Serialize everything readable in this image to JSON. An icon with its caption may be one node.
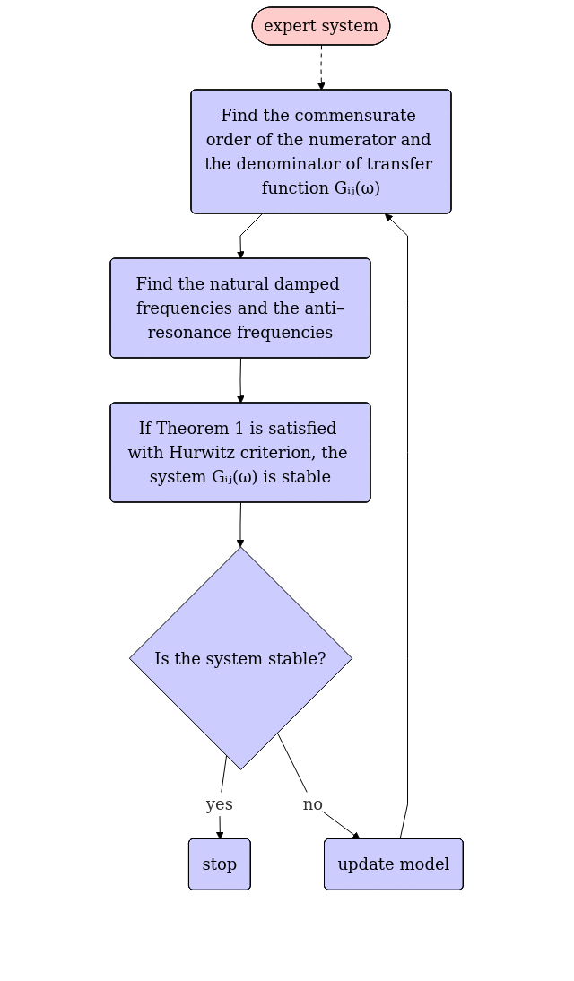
{
  "diagram": {
    "nodes": [
      {
        "text": [
          "expert system"
        ]
      },
      {
        "text": [
          "Find the commensurate order of the numerator and the denominator of transfer function Gᵢⱼ(ω)"
        ]
      },
      {
        "text": [
          "Find the natural damped frequencies and the anti–resonance frequencies"
        ]
      },
      {
        "text": [
          "If Theorem 1 is satisfied with Hurwitz criterion, the system Gᵢⱼ(ω) is stable"
        ]
      },
      {
        "text": [
          "Is the system stable?"
        ]
      },
      {
        "text": [
          "update model"
        ]
      },
      {
        "text": [
          "stop"
        ]
      }
    ],
    "edges": [
      {
        "from": 0,
        "to": 1,
        "arrow": "to",
        "style": "dashed"
      },
      {
        "from": 1,
        "to": 2,
        "arrow": "to"
      },
      {
        "from": 2,
        "to": 3,
        "arrow": "to"
      },
      {
        "from": 3,
        "to": 4,
        "arrow": "to"
      },
      {
        "from": 4,
        "to": 6,
        "arrow": "to",
        "label": "yes"
      },
      {
        "from": 4,
        "to": 5,
        "arrow": "to",
        "label": "no"
      },
      {
        "from": 5,
        "to": 1,
        "arrow": "to"
      }
    ]
  }
}
